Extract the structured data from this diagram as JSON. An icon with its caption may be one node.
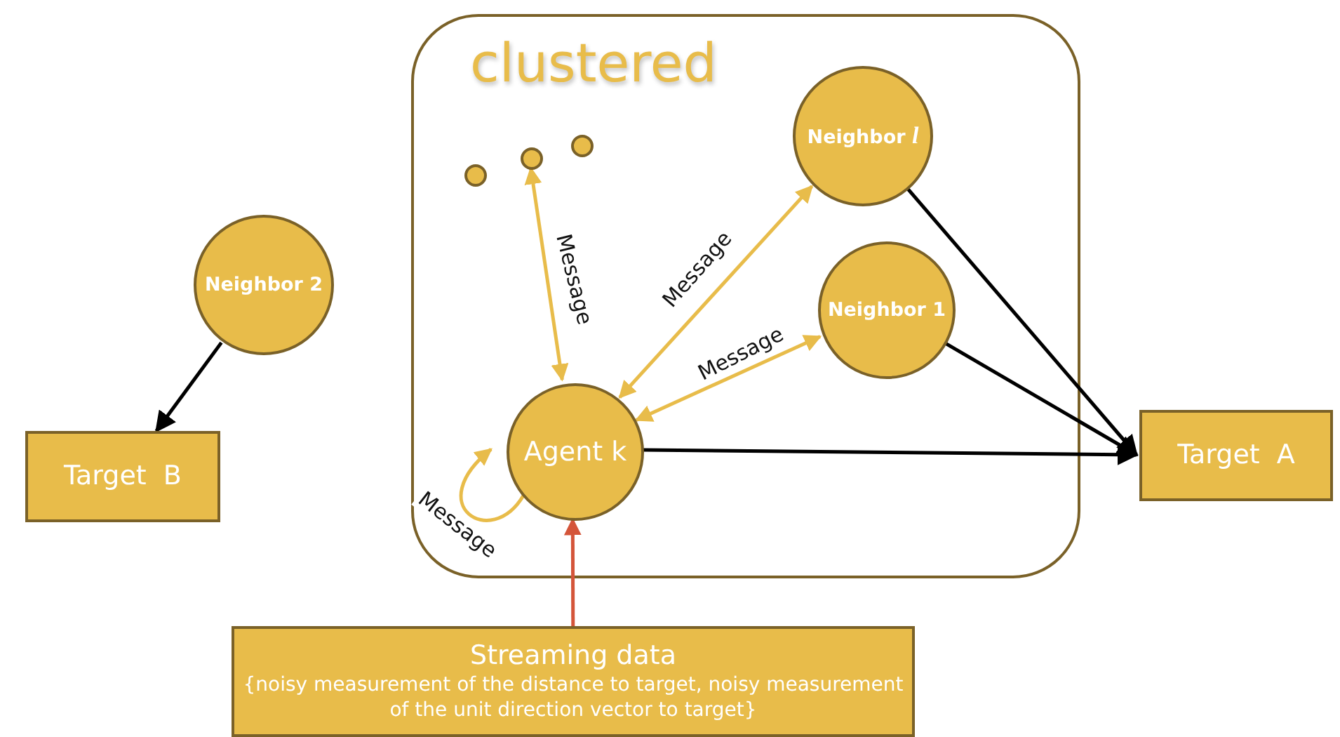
{
  "diagram": {
    "nodes": [
      {
        "text": [
          "clustered"
        ]
      },
      {
        "text": [],
        "shape": "circle",
        "in": 0
      },
      {
        "text": [],
        "shape": "circle",
        "in": 0
      },
      {
        "text": [],
        "shape": "circle",
        "in": 0
      },
      {
        "text": [
          "Neighbor *l*"
        ],
        "in": 0
      },
      {
        "text": [
          "Neighbor 1"
        ],
        "in": 0
      },
      {
        "text": [
          "Agent k"
        ],
        "in": 0
      },
      {
        "text": [
          "Neighbor 2"
        ]
      },
      {
        "text": [
          "Target  B"
        ]
      },
      {
        "text": [
          "Target  A"
        ]
      },
      {
        "text": [
          "Streaming data",
          "{noisy measurement of the distance to target, noisy measurement of the unit direction vector to target}"
        ]
      }
    ],
    "edges": [
      {
        "from": 6,
        "to": 2,
        "arrow": "both",
        "label": "Message",
        "color": "#e8bc4a"
      },
      {
        "from": 6,
        "to": 4,
        "arrow": "both",
        "label": "Message",
        "color": "#e8bc4a"
      },
      {
        "from": 6,
        "to": 5,
        "arrow": "both",
        "label": "Message",
        "color": "#e8bc4a"
      },
      {
        "from": 6,
        "to": 6,
        "arrow": "to",
        "label": "Message",
        "color": "#e8bc4a"
      },
      {
        "from": 7,
        "to": 8,
        "arrow": "to",
        "color": "#000000"
      },
      {
        "from": 4,
        "to": 9,
        "arrow": "to",
        "color": "#000000"
      },
      {
        "from": 5,
        "to": 9,
        "arrow": "to",
        "color": "#000000"
      },
      {
        "from": 6,
        "to": 9,
        "arrow": "to",
        "color": "#000000"
      },
      {
        "from": 10,
        "to": 6,
        "arrow": "to",
        "color": "#d4553a"
      }
    ]
  }
}
